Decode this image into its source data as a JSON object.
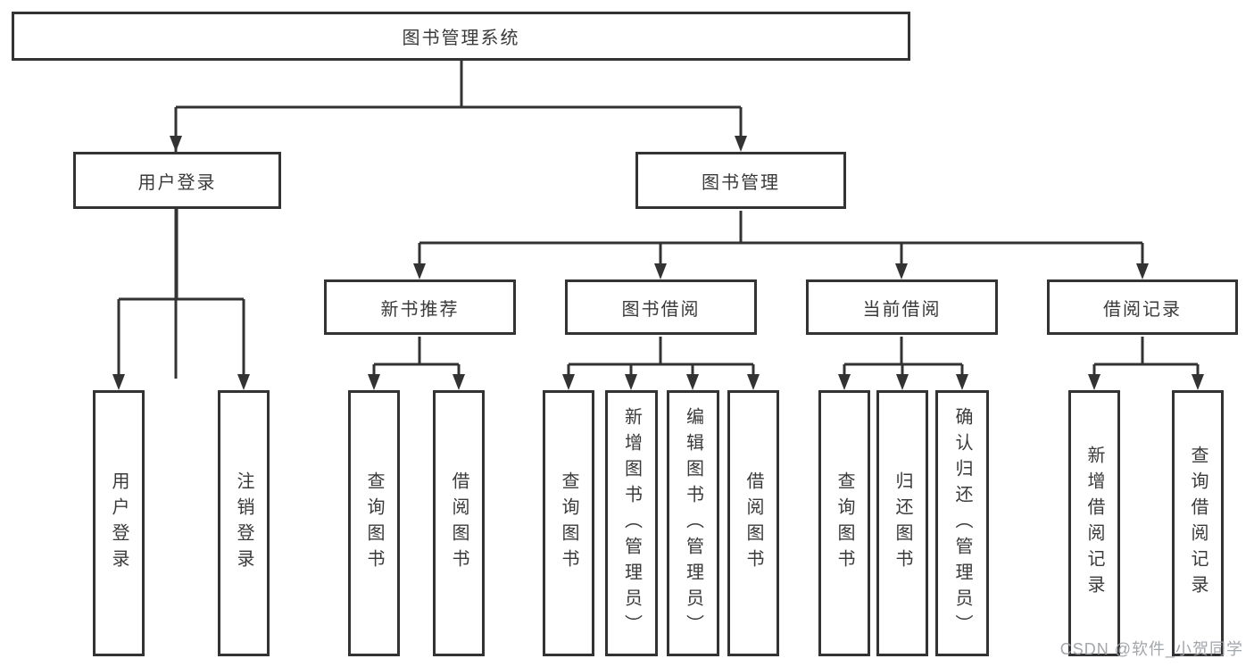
{
  "diagram": {
    "root": {
      "label": "图书管理系统"
    },
    "level2": [
      {
        "label": "用户登录"
      },
      {
        "label": "图书管理"
      }
    ],
    "level3": [
      {
        "label": "新书推荐"
      },
      {
        "label": "图书借阅"
      },
      {
        "label": "当前借阅"
      },
      {
        "label": "借阅记录"
      }
    ],
    "leaves": [
      {
        "label": "用户登录"
      },
      {
        "label": "注销登录"
      },
      {
        "label": "查询图书"
      },
      {
        "label": "借阅图书"
      },
      {
        "label": "查询图书"
      },
      {
        "label": "新增图书（管理员）"
      },
      {
        "label": "编辑图书（管理员）"
      },
      {
        "label": "借阅图书"
      },
      {
        "label": "查询图书"
      },
      {
        "label": "归还图书"
      },
      {
        "label": "确认归还（管理员）"
      },
      {
        "label": "新增借阅记录"
      },
      {
        "label": "查询借阅记录"
      }
    ],
    "colors": {
      "line": "#333333",
      "box_border": "#333333",
      "text": "#3a3a3a",
      "background": "#ffffff",
      "watermark": "#9ea1a7"
    }
  },
  "watermark": {
    "text": "CSDN @软件_小贺同学"
  }
}
